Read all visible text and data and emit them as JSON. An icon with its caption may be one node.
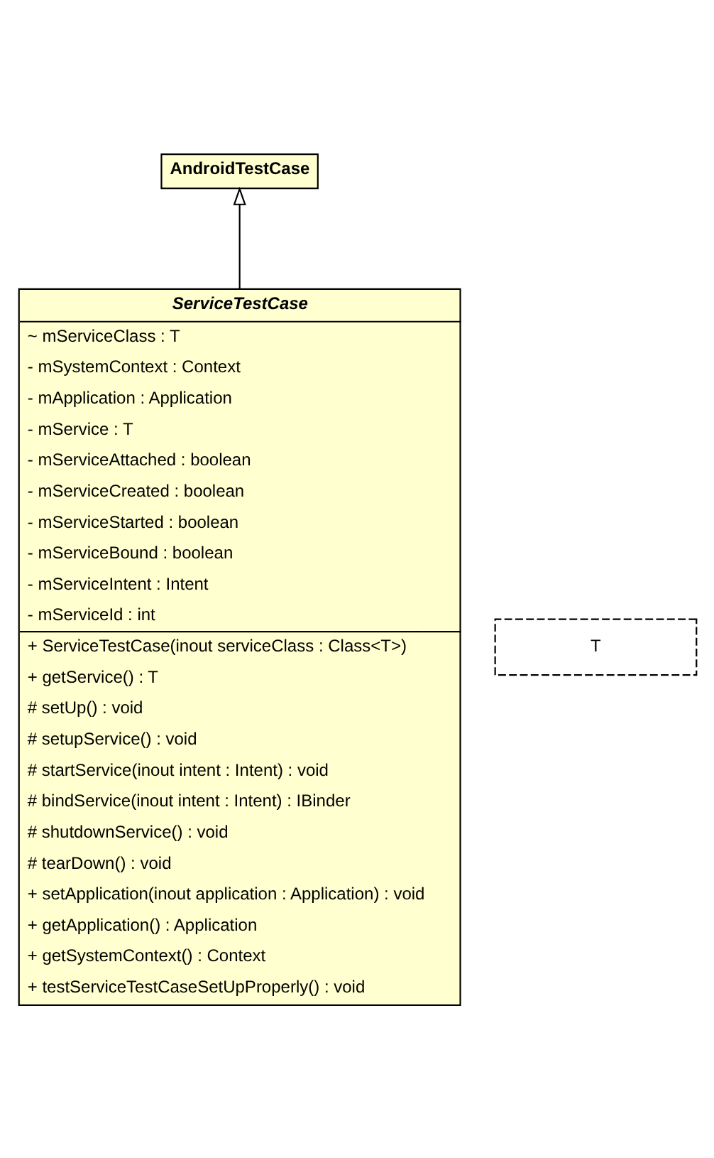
{
  "diagram": {
    "nodes": [
      {
        "text": [
          "AndroidTestCase"
        ]
      },
      {
        "text": [
          "ServiceTestCase",
          "~ mServiceClass : T",
          "- mSystemContext : Context",
          "- mApplication : Application",
          "- mService : T",
          "- mServiceAttached : boolean",
          "- mServiceCreated : boolean",
          "- mServiceStarted : boolean",
          "- mServiceBound : boolean",
          "- mServiceIntent : Intent",
          "- mServiceId : int",
          "+ ServiceTestCase(inout serviceClass : Class<T>)",
          "+ getService() : T",
          "# setUp() : void",
          "# setupService() : void",
          "# startService(inout intent : Intent) : void",
          "# bindService(inout intent : Intent) : IBinder",
          "# shutdownService() : void",
          "# tearDown() : void",
          "+ setApplication(inout application : Application) : void",
          "+ getApplication() : Application",
          "+ getSystemContext() : Context",
          "+ testServiceTestCaseSetUpProperly() : void"
        ]
      },
      {
        "text": [
          "T"
        ]
      }
    ],
    "edges": [
      {
        "from": 1,
        "to": 0,
        "arrow": "to"
      }
    ]
  }
}
